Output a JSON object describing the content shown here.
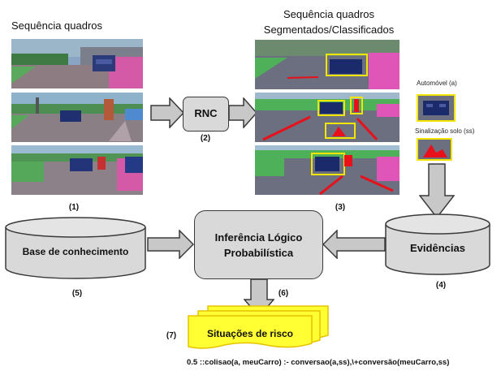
{
  "left_panel": {
    "caption": "Sequência quadros",
    "number": "(1)"
  },
  "rnc": {
    "label": "RNC",
    "number": "(2)"
  },
  "right_panel": {
    "caption_line1": "Sequência quadros",
    "caption_line2": "Segmentados/Classificados",
    "number": "(3)"
  },
  "evidence_samples": {
    "car_label": "Automóvel (a)",
    "sign_label": "Sinalização solo (ss)"
  },
  "evidencias": {
    "label": "Evidências",
    "number": "(4)"
  },
  "knowledge_base": {
    "label": "Base de conhecimento",
    "number": "(5)"
  },
  "inference": {
    "line1": "Inferência Lógico",
    "line2": "Probabilística",
    "number": "(6)"
  },
  "risk": {
    "label": "Situações de risco",
    "number": "(7)"
  },
  "rule": "0.5 ::colisao(a, meuCarro) :- conversao(a,ss),\\+conversão(meuCarro,ss)",
  "colors": {
    "arrow_fill": "#c8c8c8",
    "arrow_stroke": "#3a3a3a",
    "box_fill": "#d9d9d9",
    "risk_fill": "#ffff33",
    "risk_stroke": "#e6c200",
    "highlight": "#f2e600",
    "road": "#6b6f80",
    "vegetation": "#4fb05a",
    "sidewalk": "#e055b8",
    "vehicle": "#1b2a6b",
    "marking": "#e8101a"
  }
}
